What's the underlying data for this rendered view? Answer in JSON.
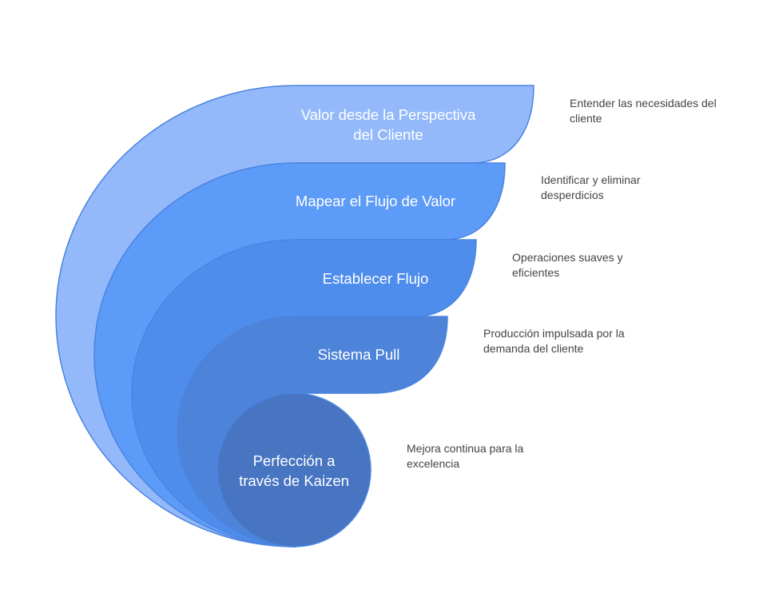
{
  "colors": {
    "layer1": "#93b9fb",
    "layer2": "#5d9bf8",
    "layer3": "#4f8ded",
    "layer4": "#4d83d9",
    "core": "#4775c2",
    "stroke": "#4a84df",
    "description_text": "#444444"
  },
  "stages": [
    {
      "title_lines": [
        "Valor desde la Perspectiva",
        "del Cliente"
      ],
      "description": "Entender las necesidades del cliente"
    },
    {
      "title_lines": [
        "Mapear el Flujo de Valor"
      ],
      "description": "Identificar y eliminar desperdicios"
    },
    {
      "title_lines": [
        "Establecer Flujo"
      ],
      "description": "Operaciones suaves y eficientes"
    },
    {
      "title_lines": [
        "Sistema Pull"
      ],
      "description": "Producción impulsada por la demanda del cliente"
    },
    {
      "title_lines": [
        "Perfección a",
        "través de Kaizen"
      ],
      "description": "Mejora continua para la excelencia"
    }
  ]
}
